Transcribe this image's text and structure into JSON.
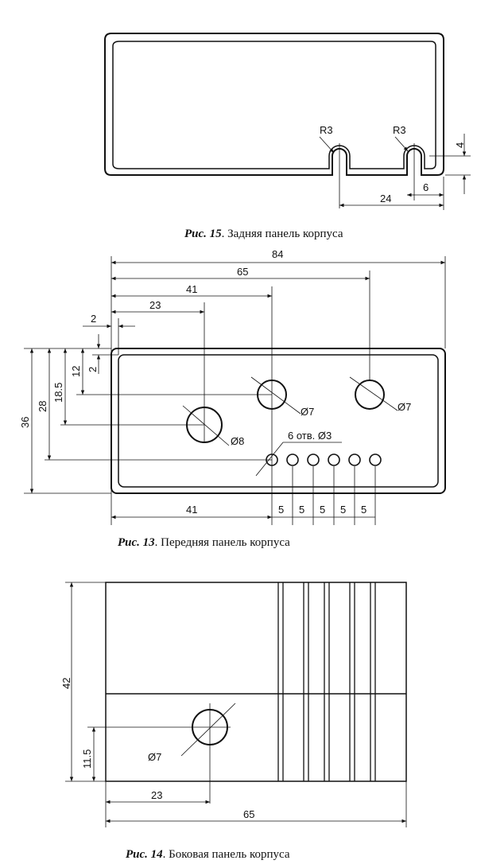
{
  "fig15": {
    "caption_num": "Рис. 15",
    "caption_text": ". Задняя панель корпуса",
    "r_left": "R3",
    "r_right": "R3",
    "d_4": "4",
    "d_6": "6",
    "d_24": "24"
  },
  "fig13": {
    "caption_num": "Рис. 13",
    "caption_text": ". Передняя панель корпуса",
    "d_84": "84",
    "d_65": "65",
    "d_41_top": "41",
    "d_23": "23",
    "d_2_top": "2",
    "d_36": "36",
    "d_28": "28",
    "d_18_5": "18.5",
    "d_12": "12",
    "d_2_side": "2",
    "d_phi7_a": "Ø7",
    "d_phi7_b": "Ø7",
    "d_phi8": "Ø8",
    "holes_label": "6 отв. Ø3",
    "d_41_bottom": "41",
    "d_5": [
      "5",
      "5",
      "5",
      "5",
      "5"
    ]
  },
  "fig14": {
    "caption_num": "Рис. 14",
    "caption_text": ". Боковая панель корпуса",
    "d_42": "42",
    "d_11_5": "11.5",
    "d_phi7": "Ø7",
    "d_23": "23",
    "d_65": "65"
  }
}
